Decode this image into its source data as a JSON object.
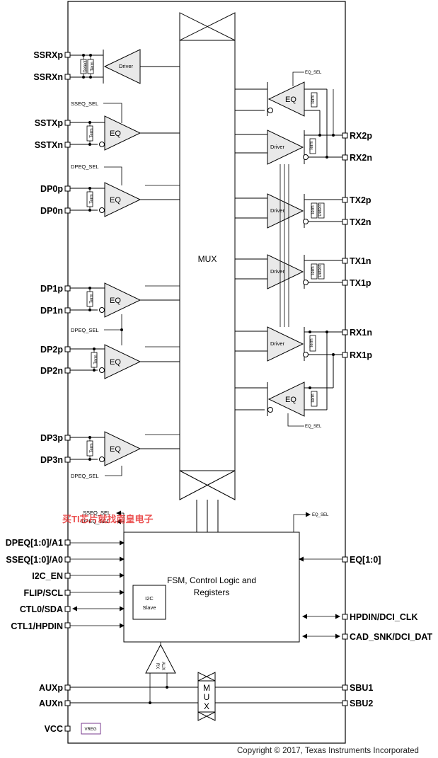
{
  "left_pins": [
    "SSRXp",
    "SSRXn",
    "SSTXp",
    "SSTXn",
    "DP0p",
    "DP0n",
    "DP1p",
    "DP1n",
    "DP2p",
    "DP2n",
    "DP3p",
    "DP3n",
    "DPEQ[1:0]/A1",
    "SSEQ[1:0]/A0",
    "I2C_EN",
    "FLIP/SCL",
    "CTL0/SDA",
    "CTL1/HPDIN",
    "AUXp",
    "AUXn",
    "VCC"
  ],
  "right_pins": [
    "RX2p",
    "RX2n",
    "TX2p",
    "TX2n",
    "TX1n",
    "TX1p",
    "RX1n",
    "RX1p",
    "EQ[1:0]",
    "HPDIN/DCI_CLK",
    "CAD_SNK/DCI_DAT",
    "SBU1",
    "SBU2"
  ],
  "blocks": {
    "mux": "MUX",
    "eq": "EQ",
    "driver": "Driver",
    "detect": "Detect",
    "term": "Term",
    "fsm_line1": "FSM, Control Logic and",
    "fsm_line2": "Registers",
    "i2c_line1": "I2C",
    "i2c_line2": "Slave",
    "aux_line1": "AUX",
    "aux_line2": "RX",
    "sbu_mux": [
      "M",
      "U",
      "X"
    ],
    "vreg": "VREG"
  },
  "signals": {
    "eq_sel": "EQ_SEL",
    "sseq_sel": "SSEQ_SEL",
    "dpeq_sel": "DPEQ_SEL"
  },
  "watermark": "买TI芯片就找南皇电子",
  "copyright": "Copyright © 2017, Texas Instruments Incorporated"
}
